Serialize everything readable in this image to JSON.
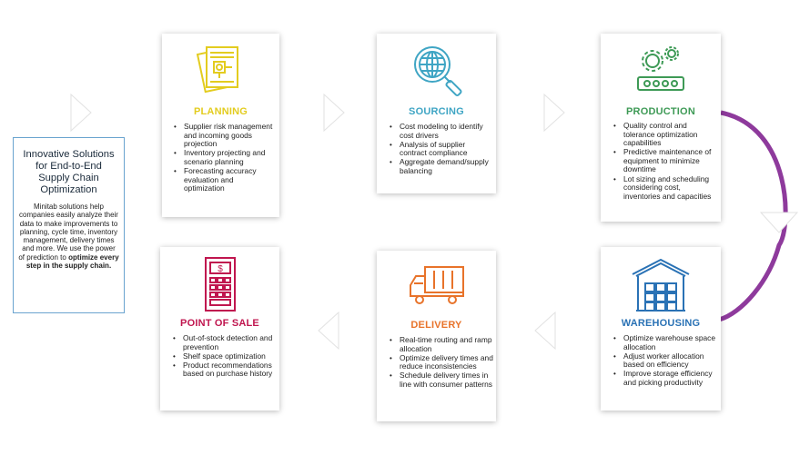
{
  "colors": {
    "planning": "#e3cc1f",
    "sourcing": "#3fa5c4",
    "production": "#3e9a56",
    "warehousing": "#2a72b5",
    "delivery": "#e8732a",
    "point_of_sale": "#c0164f",
    "line_blue": "#3d8fd0",
    "line_green": "#8dc63f",
    "line_orange": "#e8742a",
    "line_purple": "#8e3a9c"
  },
  "intro": {
    "heading": "Innovative Solutions for End-to-End Supply Chain Optimization",
    "body_part1": "Minitab solutions help companies easily analyze their data to make improvements to planning, cycle time, inventory management, delivery times and more. We use the power of prediction to ",
    "body_bold": "optimize every step in the supply chain."
  },
  "cards": {
    "planning": {
      "icon": "blueprint-document-icon",
      "title": "PLANNING",
      "bullets": [
        "Supplier risk management and incoming goods projection",
        "Inventory projecting and scenario planning",
        "Forecasting accuracy evaluation and optimization"
      ]
    },
    "sourcing": {
      "icon": "globe-magnifier-icon",
      "title": "SOURCING",
      "bullets": [
        "Cost modeling to identify cost drivers",
        "Analysis of supplier contract compliance",
        "Aggregate demand/supply balancing"
      ]
    },
    "production": {
      "icon": "gears-conveyor-icon",
      "title": "PRODUCTION",
      "bullets": [
        "Quality control and tolerance optimization capabilities",
        "Predictive maintenance of equipment to minimize downtime",
        "Lot sizing and scheduling considering cost, inventories and capacities"
      ]
    },
    "warehousing": {
      "icon": "warehouse-boxes-icon",
      "title": "WAREHOUSING",
      "bullets": [
        "Optimize warehouse space allocation",
        "Adjust worker allocation based on efficiency",
        "Improve storage efficiency and picking productivity"
      ]
    },
    "delivery": {
      "icon": "delivery-truck-icon",
      "title": "DELIVERY",
      "bullets": [
        "Real-time routing and ramp allocation",
        "Optimize delivery times and reduce inconsistencies",
        "Schedule delivery times in line with consumer patterns"
      ]
    },
    "point_of_sale": {
      "icon": "cash-register-icon",
      "title": "POINT OF SALE",
      "bullets": [
        "Out-of-stock detection and prevention",
        "Shelf space optimization",
        "Product recommendations based on purchase history"
      ]
    }
  }
}
